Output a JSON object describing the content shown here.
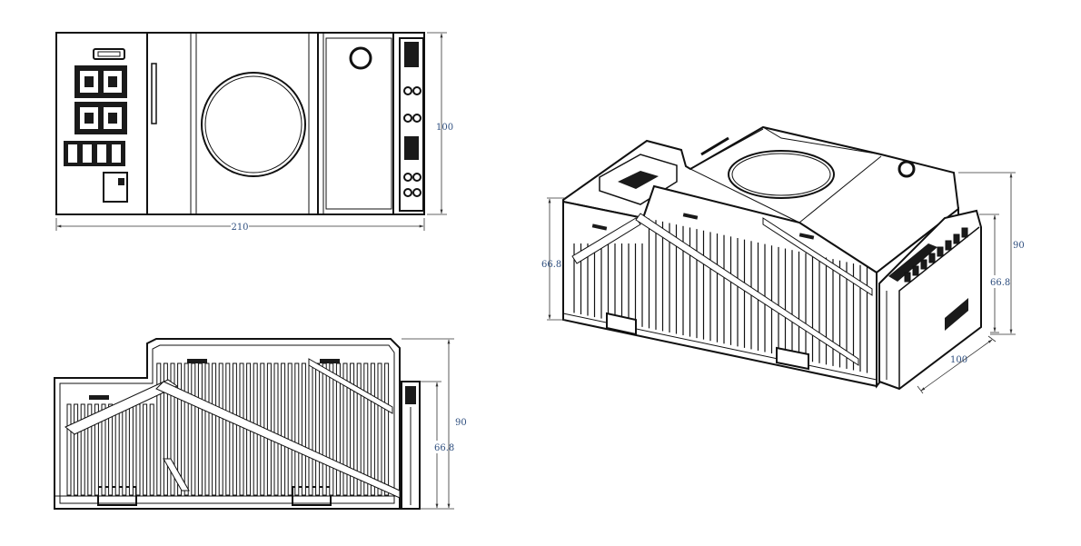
{
  "colors": {
    "line": "#111111",
    "dimension_text": "#2f4f7f"
  },
  "top_view": {
    "width_label": "210",
    "height_label": "100"
  },
  "front_view": {
    "height_label": "90",
    "terminal_height_label": "66.8"
  },
  "iso_view": {
    "left_height_label": "66.8",
    "right_height_label": "90",
    "right_terminal_label": "66.8",
    "depth_label": "100"
  }
}
